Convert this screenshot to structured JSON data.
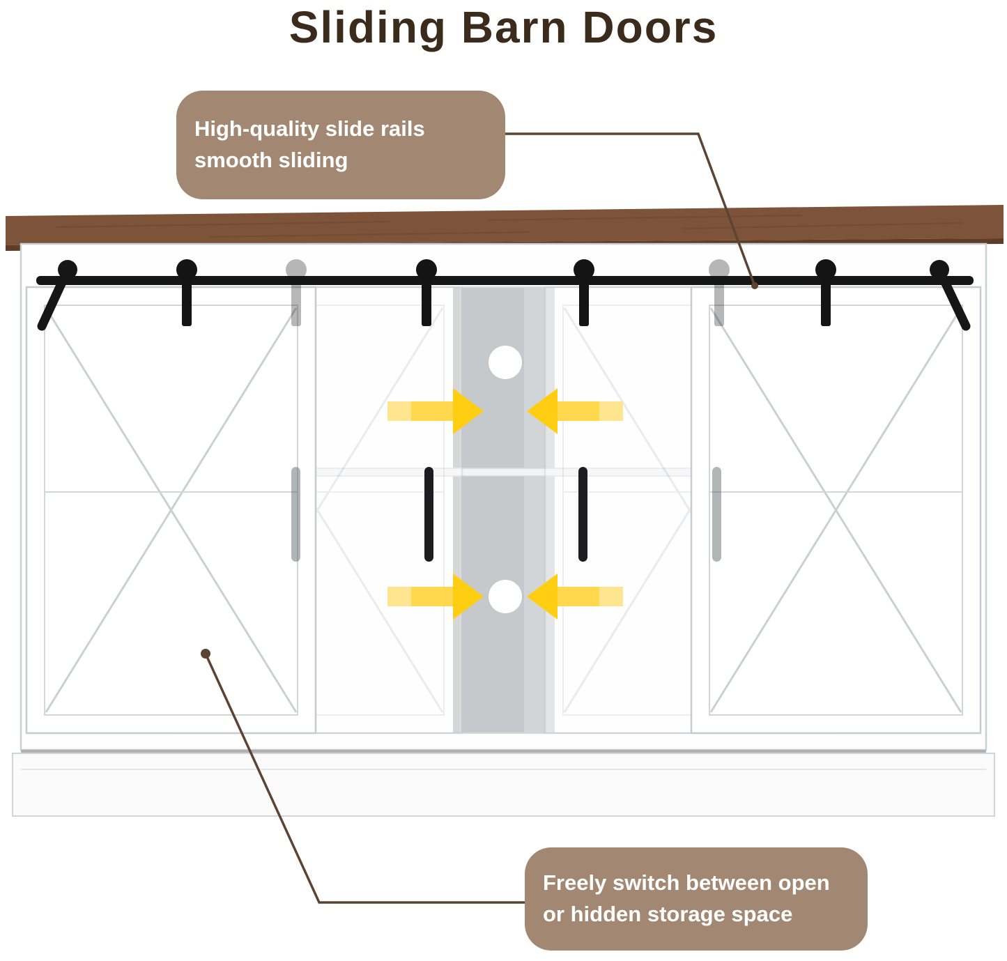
{
  "title": "Sliding Barn Doors",
  "callouts": {
    "slide_rails": {
      "line1": "High-quality slide rails",
      "line2": "smooth sliding"
    },
    "storage": {
      "line1": "Freely switch between open",
      "line2": "or hidden storage space"
    }
  },
  "colors": {
    "title_text": "#3b2b1c",
    "callout_bg": "#a28873",
    "callout_text": "#ffffff",
    "wood_top": "#7d5339",
    "rail_black": "#161616",
    "arrow_yellow": "#ffd21e",
    "cabinet_white": "#ffffff",
    "back_panel_gray": "#c6c9cc",
    "connector_line": "#5b4433"
  },
  "illustration": {
    "description": "White farmhouse TV stand with brown wood top, black sliding barn-door rail, X-brace barn doors shown in translucent sliding positions, open center shelf with two cable holes, yellow arrows showing doors sliding toward the center",
    "icons": [
      "barn-door-rail",
      "rail-strap",
      "door-handle",
      "cable-hole",
      "slide-arrow-right",
      "slide-arrow-left"
    ]
  }
}
